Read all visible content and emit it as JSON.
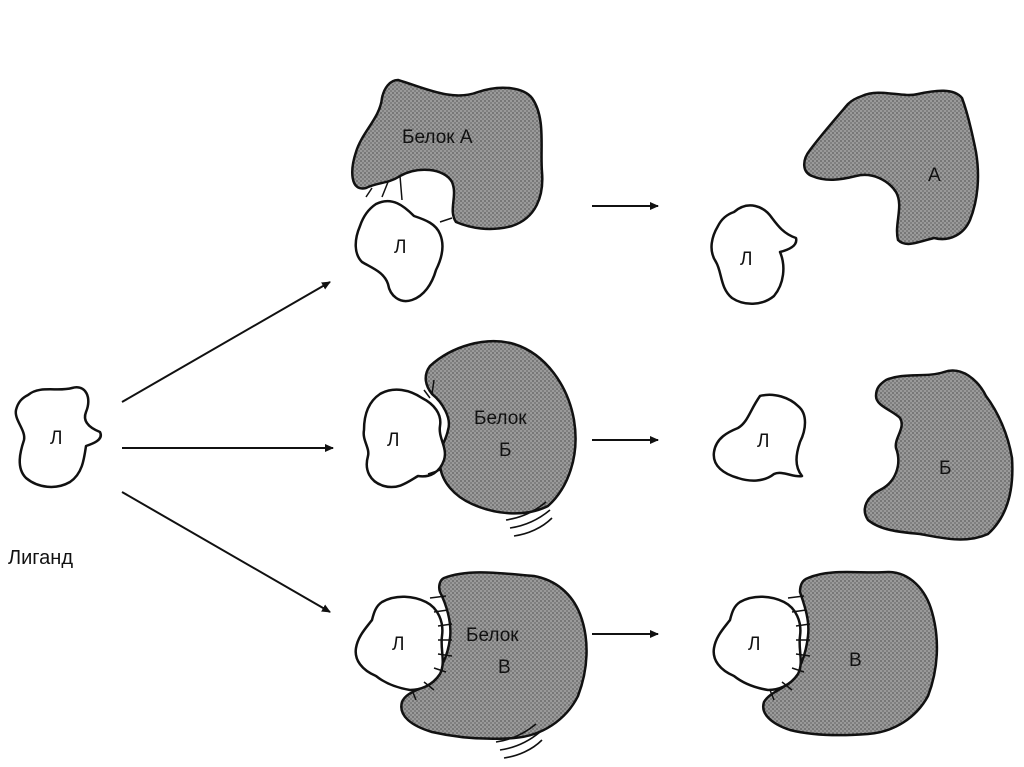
{
  "colors": {
    "protein_fill": "#8a8a8a",
    "outline": "#111111",
    "background": "#ffffff"
  },
  "ligand_symbol": "Л",
  "free_ligand": {
    "symbol": "Л",
    "caption": "Лиганд"
  },
  "rows": [
    {
      "complex_label": "Белок А",
      "product_label": "А"
    },
    {
      "complex_label_line1": "Белок",
      "complex_label_line2": "Б",
      "product_label": "Б"
    },
    {
      "complex_label_line1": "Белок",
      "complex_label_line2": "В",
      "product_label": "В"
    }
  ]
}
